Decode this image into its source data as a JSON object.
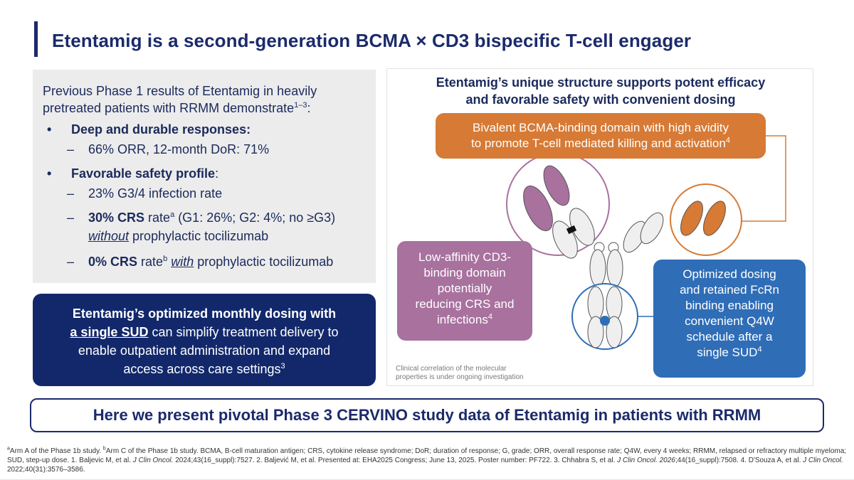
{
  "title": "Etentamig is a second-generation BCMA × CD3 bispecific T-cell engager",
  "left_box": {
    "intro": "Previous Phase 1 results of Etentamig in heavily pretreated patients with RRMM demonstrate",
    "intro_sup": "1–3",
    "intro_end": ":",
    "bullet1": "Deep and durable responses:",
    "bullet1_sub": "66% ORR, 12-month DoR: 71%",
    "bullet2": "Favorable safety profile",
    "bullet2_end": ":",
    "sub_infection": "23% G3/4 infection rate",
    "sub_crs30_bold": "30% CRS",
    "sub_crs30_rate": " rate",
    "sub_crs30_sup": "a",
    "sub_crs30_rest": " (G1: 26%; G2: 4%; no ≥G3)",
    "sub_crs30_without": "without",
    "sub_crs30_tail": " prophylactic tocilizumab",
    "sub_crs0_bold": "0% CRS",
    "sub_crs0_rate": " rate",
    "sub_crs0_sup": "b",
    "sub_crs0_with": "with",
    "sub_crs0_tail": " prophylactic tocilizumab",
    "dot": "•",
    "dash": "–"
  },
  "navy_box": {
    "line1": "Etentamig’s optimized monthly dosing with",
    "line2_underline": "a single SUD",
    "line2_rest": " can simplify treatment delivery to",
    "line3": "enable outpatient administration and expand",
    "line4": "access across care settings",
    "line4_sup": "3"
  },
  "right_panel": {
    "title_line1": "Etentamig’s unique structure supports potent efficacy",
    "title_line2": "and favorable safety with convenient dosing",
    "orange_line1": "Bivalent BCMA-binding domain with high avidity",
    "orange_line2": "to promote T-cell mediated killing and activation",
    "orange_sup": "4",
    "purple_lines": [
      "Low-affinity CD3-",
      "binding domain",
      "potentially",
      "reducing CRS and",
      "infections"
    ],
    "purple_sup": "4",
    "blue_lines": [
      "Optimized dosing",
      "and retained FcRn",
      "binding enabling",
      "convenient Q4W",
      "schedule after a",
      "single SUD"
    ],
    "blue_sup": "4",
    "small_note": "Clinical correlation of the molecular properties is under ongoing investigation",
    "colors": {
      "orange": "#d67a35",
      "purple": "#a8719e",
      "blue": "#2f6db7"
    }
  },
  "conclusion": "Here we present pivotal Phase 3 CERVINO study data of Etentamig in patients with RRMM",
  "footnotes": {
    "sup_a": "a",
    "text_a": "Arm A of the Phase 1b study. ",
    "sup_b": "b",
    "text_b": "Arm C of the Phase 1b study. BCMA, B-cell maturation antigen; CRS, cytokine release syndrome; DoR; duration of response; G, grade; ORR, overall response rate; Q4W, every 4 weeks; RRMM, relapsed or refractory multiple myeloma; SUD, step-up dose. 1. Baljevic M, et al. ",
    "journal1": "J Clin Oncol.",
    "text_c": " 2024;43(16_suppl):7527. 2. Baljević M, et al. Presented at: EHA2025 Congress; June 13, 2025. Poster number: PF722. 3. Chhabra S, et al. ",
    "journal2": "J Clin Oncol. 2026",
    "text_d": ";44(16_suppl):7508. 4. D'Souza A, et al. ",
    "journal3": "J Clin Oncol.",
    "text_e": " 2022;40(31):3576–3586."
  }
}
